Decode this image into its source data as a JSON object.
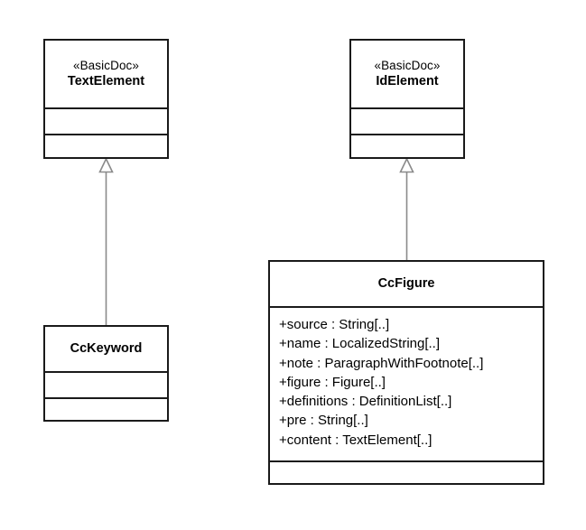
{
  "diagram": {
    "type": "uml-class-diagram",
    "background_color": "#ffffff",
    "line_color": "#1a1a1a",
    "connector_color": "#808080",
    "classes": [
      {
        "id": "textelement",
        "stereotype": "«BasicDoc»",
        "name": "TextElement",
        "attributes": [],
        "operations": []
      },
      {
        "id": "idelement",
        "stereotype": "«BasicDoc»",
        "name": "IdElement",
        "attributes": [],
        "operations": []
      },
      {
        "id": "cckeyword",
        "stereotype": "",
        "name": "CcKeyword",
        "attributes": [],
        "operations": []
      },
      {
        "id": "ccfigure",
        "stereotype": "",
        "name": "CcFigure",
        "attributes": [
          "+source : String[..]",
          "+name : LocalizedString[..]",
          "+note : ParagraphWithFootnote[..]",
          "+figure : Figure[..]",
          "+definitions : DefinitionList[..]",
          "+pre : String[..]",
          "+content : TextElement[..]"
        ],
        "operations": []
      }
    ],
    "relationships": [
      {
        "kind": "generalization",
        "source": "CcKeyword",
        "target": "TextElement",
        "arrow": "hollow-triangle"
      },
      {
        "kind": "generalization",
        "source": "CcFigure",
        "target": "IdElement",
        "arrow": "hollow-triangle"
      }
    ]
  }
}
